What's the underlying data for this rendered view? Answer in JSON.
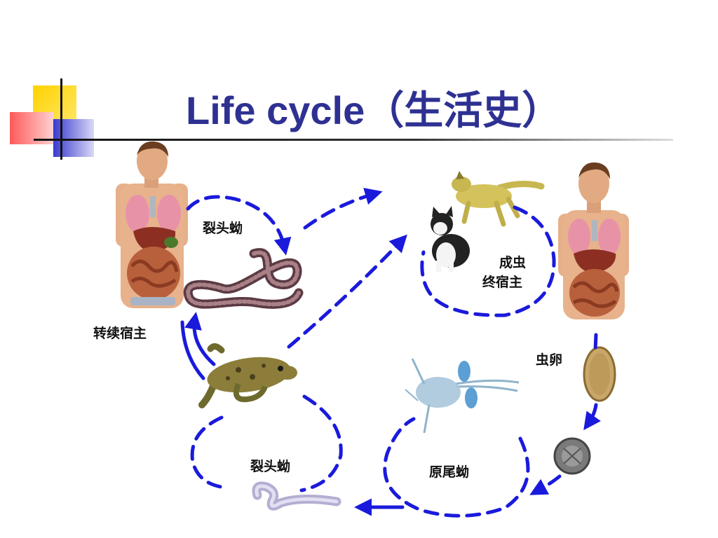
{
  "slide": {
    "title": "Life cycle（生活史）"
  },
  "labels": {
    "plerocercoid_upper": "裂头蚴",
    "adult_definitive_host_line1": "成虫",
    "adult_definitive_host_line2": "终宿主",
    "paratenic_host": "转续宿主",
    "egg": "虫卵",
    "procercoid": "原尾蚴",
    "plerocercoid_lower": "裂头蚴"
  },
  "colors": {
    "title": "#2e3192",
    "arrow": "#1a1adc",
    "label": "#111111"
  },
  "icons": [
    "human-anatomy-icon",
    "worm-icon",
    "frog-icon",
    "dog-icon",
    "cat-icon",
    "copepod-icon",
    "egg-icon",
    "coracidium-icon",
    "plerocercoid-larva-icon"
  ]
}
